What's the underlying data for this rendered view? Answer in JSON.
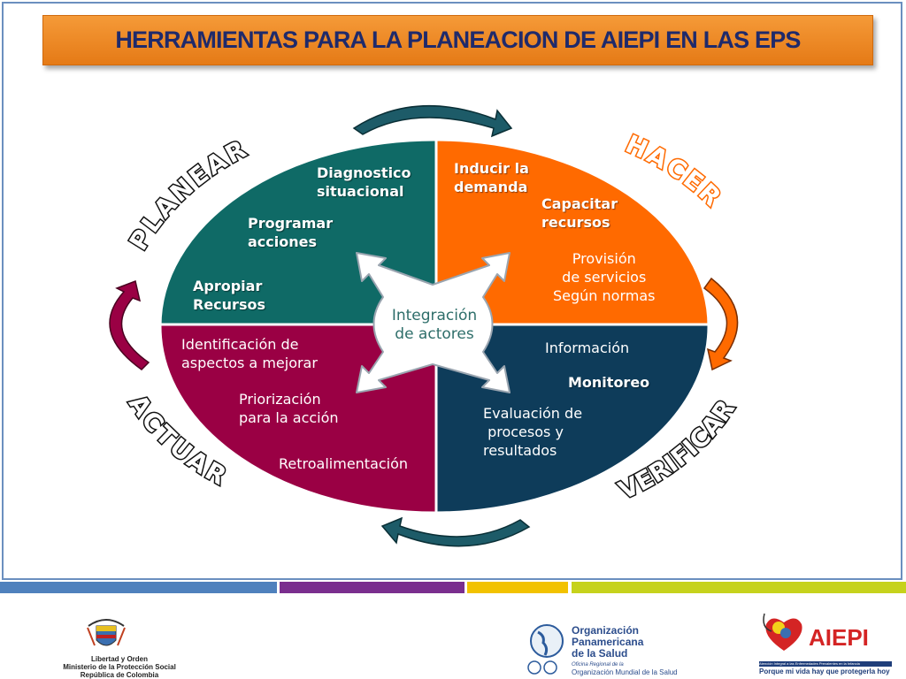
{
  "title": "HERRAMIENTAS PARA LA PLANEACION  DE AIEPI EN LAS EPS",
  "phases": {
    "planear": "PLANEAR",
    "hacer": "HACER",
    "verificar": "VERIFICAR",
    "actuar": "ACTUAR"
  },
  "quadrants": {
    "planear": {
      "color": "#0f6a66",
      "items": [
        "Diagnostico\nsituacional",
        "Programar\nacciones",
        "Apropiar\nRecursos"
      ]
    },
    "hacer": {
      "color": "#ff6a00",
      "items": [
        "Inducir la\ndemanda",
        "Capacitar\nrecursos",
        "Provisión\nde servicios\nSegún normas"
      ]
    },
    "verificar": {
      "color": "#0e3c5a",
      "items": [
        "Información",
        "Monitoreo",
        "Evaluación de\n procesos y\nresultados"
      ]
    },
    "actuar": {
      "color": "#9a0044",
      "items": [
        "Identificación de\naspectos a mejorar",
        "Priorización\npara la acción",
        "Retroalimentación"
      ]
    }
  },
  "center": "Integración\nde actores",
  "colors": {
    "title_bg": "#ee8a2a",
    "title_text": "#1f2a6b",
    "frame": "#6b8fbf",
    "stripe_blue": "#4f81bd",
    "stripe_purple": "#7a2e8e",
    "stripe_yellow": "#f2c200",
    "stripe_green": "#c6d21c"
  },
  "footer": {
    "left": {
      "icon": "colombia-coat-of-arms-icon",
      "lines": "Libertad y Orden\nMinisterio de la Protección Social\nRepública de Colombia"
    },
    "middle": {
      "icon": "ops-who-globe-icon",
      "name": "Organización\nPanamericana\nde la Salud",
      "sub1": "Oficina Regional de la",
      "sub2": "Organización Mundial de la Salud"
    },
    "right": {
      "icon": "aiepi-heart-icon",
      "brand": "AIEPI",
      "banner": "Atención Integral a las Enfermedades Prevalentes en la Infancia",
      "tagline": "Porque mi vida hay que protegerla hoy"
    }
  }
}
